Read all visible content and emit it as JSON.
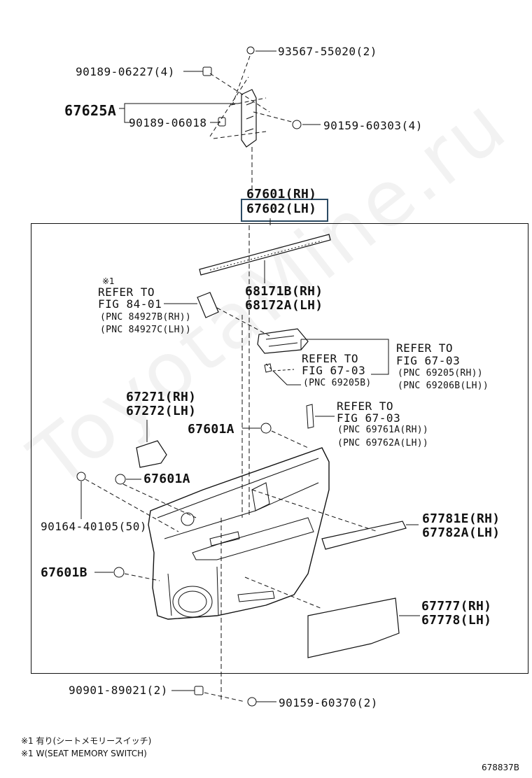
{
  "watermark": "ToyotaMine.ru",
  "labels": {
    "p93567": "93567-55020(2)",
    "p90189a": "90189-06227(4)",
    "p67625": "67625A",
    "p90189b": "90189-06018",
    "p90159a": "90159-60303(4)",
    "p67601": "67601(RH)",
    "p67602": "67602(LH)",
    "p68171": "68171B(RH)",
    "p68172": "68172A(LH)",
    "note1_mark": "※1",
    "refer1_a": "REFER TO",
    "refer1_b": "FIG 84-01",
    "refer1_c": "(PNC 84927B(RH))",
    "refer1_d": "(PNC 84927C(LH))",
    "refer2_a": "REFER TO",
    "refer2_b": "FIG 67-03",
    "refer2_c": "(PNC 69205(RH))",
    "refer2_d": "(PNC 69206B(LH))",
    "refer3_a": "REFER TO",
    "refer3_b": "FIG 67-03",
    "refer3_c": "(PNC 69205B)",
    "refer4_a": "REFER TO",
    "refer4_b": "FIG 67-03",
    "refer4_c": "(PNC 69761A(RH))",
    "refer4_d": "(PNC 69762A(LH))",
    "p67271": "67271(RH)",
    "p67272": "67272(LH)",
    "p67601A_1": "67601A",
    "p67601A_2": "67601A",
    "p90164": "90164-40105(50)",
    "p67781": "67781E(RH)",
    "p67782": "67782A(LH)",
    "p67601B": "67601B",
    "p67777": "67777(RH)",
    "p67778": "67778(LH)",
    "p90901": "90901-89021(2)",
    "p90159b": "90159-60370(2)",
    "foot1": "※1 有り(シートメモリースイッチ)",
    "foot2": "※1 W(SEAT MEMORY SWITCH)",
    "figno": "678837B"
  }
}
